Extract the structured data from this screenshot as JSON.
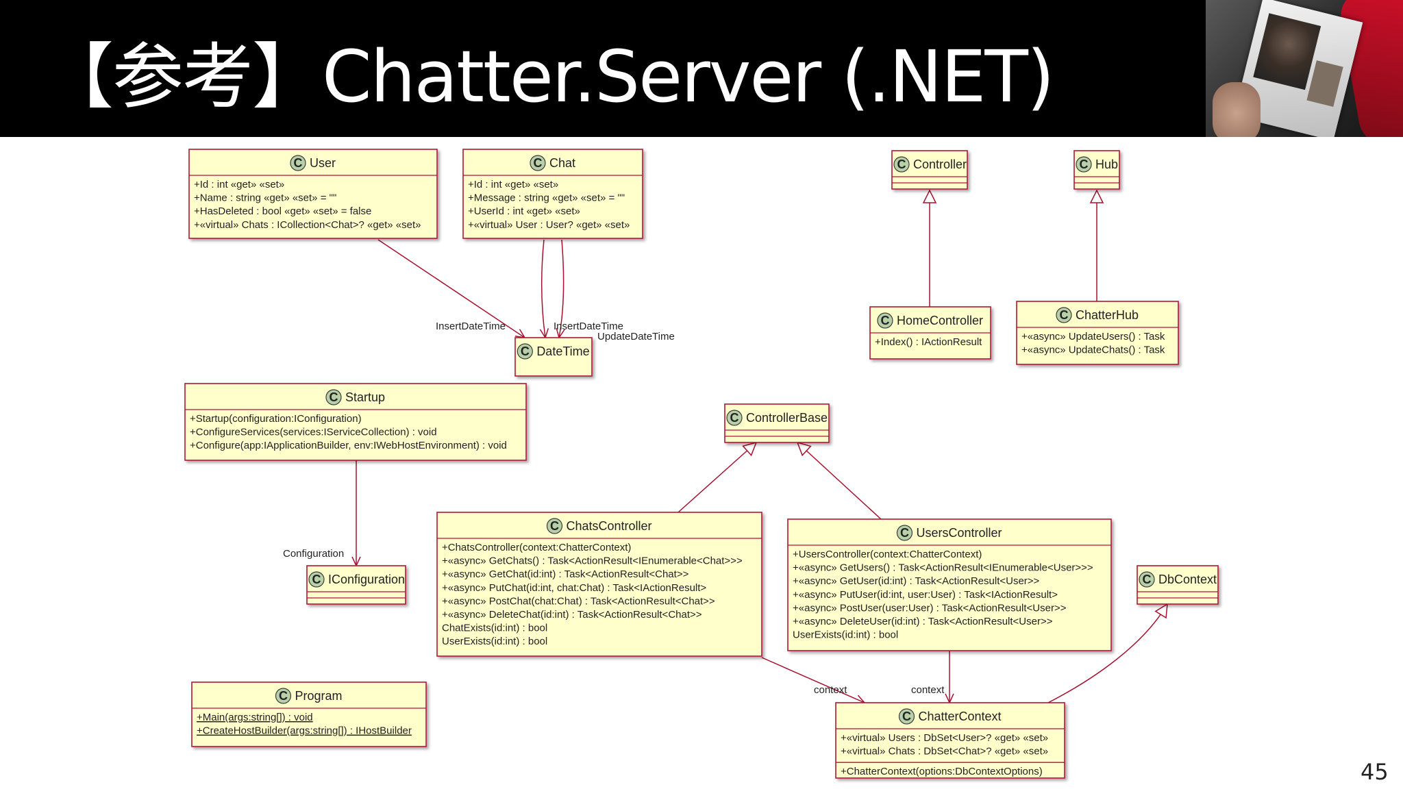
{
  "slide": {
    "title": "【参考】Chatter.Server (.NET)",
    "page_number": "45"
  },
  "icon_letter": "C",
  "colors": {
    "fill": "#ffffcc",
    "border": "#b0123a",
    "icon": "#b8d0a8",
    "line": "#a8102e"
  },
  "classes": [
    {
      "id": "user",
      "name": "User",
      "sections": [
        [
          "+Id : int «get» «set»",
          "+Name : string «get» «set» = \"\"",
          "+HasDeleted : bool «get» «set» = false",
          "+«virtual» Chats : ICollection<Chat>? «get» «set»"
        ]
      ]
    },
    {
      "id": "chat",
      "name": "Chat",
      "sections": [
        [
          "+Id : int «get» «set»",
          "+Message : string «get» «set» = \"\"",
          "+UserId : int «get» «set»",
          "+«virtual» User : User? «get» «set»"
        ]
      ]
    },
    {
      "id": "datetime",
      "name": "DateTime",
      "sections": []
    },
    {
      "id": "controller",
      "name": "Controller",
      "sections": [
        [],
        []
      ]
    },
    {
      "id": "hub",
      "name": "Hub",
      "sections": [
        [],
        []
      ]
    },
    {
      "id": "homecontroller",
      "name": "HomeController",
      "sections": [
        [
          "+Index() : IActionResult"
        ]
      ]
    },
    {
      "id": "chatterhub",
      "name": "ChatterHub",
      "sections": [
        [
          "+«async» UpdateUsers() : Task",
          "+«async» UpdateChats() : Task"
        ]
      ]
    },
    {
      "id": "startup",
      "name": "Startup",
      "sections": [
        [
          "+Startup(configuration:IConfiguration)",
          "+ConfigureServices(services:IServiceCollection) : void",
          "+Configure(app:IApplicationBuilder, env:IWebHostEnvironment) : void"
        ]
      ]
    },
    {
      "id": "controllerbase",
      "name": "ControllerBase",
      "sections": [
        [],
        []
      ]
    },
    {
      "id": "iconfiguration",
      "name": "IConfiguration",
      "sections": [
        [],
        []
      ]
    },
    {
      "id": "chatscontroller",
      "name": "ChatsController",
      "sections": [
        [
          "+ChatsController(context:ChatterContext)",
          "+«async» GetChats() : Task<ActionResult<IEnumerable<Chat>>>",
          "+«async» GetChat(id:int) : Task<ActionResult<Chat>>",
          "+«async» PutChat(id:int, chat:Chat) : Task<IActionResult>",
          "+«async» PostChat(chat:Chat) : Task<ActionResult<Chat>>",
          "+«async» DeleteChat(id:int) : Task<ActionResult<Chat>>",
          "ChatExists(id:int) : bool",
          "UserExists(id:int) : bool"
        ]
      ]
    },
    {
      "id": "userscontroller",
      "name": "UsersController",
      "sections": [
        [
          "+UsersController(context:ChatterContext)",
          "+«async» GetUsers() : Task<ActionResult<IEnumerable<User>>>",
          "+«async» GetUser(id:int) : Task<ActionResult<User>>",
          "+«async» PutUser(id:int, user:User) : Task<IActionResult>",
          "+«async» PostUser(user:User) : Task<ActionResult<User>>",
          "+«async» DeleteUser(id:int) : Task<ActionResult<User>>",
          "UserExists(id:int) : bool"
        ]
      ]
    },
    {
      "id": "dbcontext",
      "name": "DbContext",
      "sections": [
        [],
        []
      ]
    },
    {
      "id": "program",
      "name": "Program",
      "sections": [
        [
          "+Main(args:string[]) : void",
          "+CreateHostBuilder(args:string[]) : IHostBuilder"
        ]
      ],
      "underline": true
    },
    {
      "id": "chattercontext",
      "name": "ChatterContext",
      "sections": [
        [
          "+«virtual» Users : DbSet<User>? «get» «set»",
          "+«virtual» Chats : DbSet<Chat>? «get» «set»"
        ],
        [
          "+ChatterContext(options:DbContextOptions)"
        ]
      ]
    }
  ],
  "relations": [
    {
      "id": "user-datetime",
      "kind": "association",
      "label": "InsertDateTime"
    },
    {
      "id": "chat-datetime-insert",
      "kind": "association",
      "label": "InsertDateTime"
    },
    {
      "id": "chat-datetime-update",
      "kind": "association",
      "label": "UpdateDateTime"
    },
    {
      "id": "homecontroller-controller",
      "kind": "inheritance",
      "label": ""
    },
    {
      "id": "chatterhub-hub",
      "kind": "inheritance",
      "label": ""
    },
    {
      "id": "startup-iconfiguration",
      "kind": "association",
      "label": "Configuration"
    },
    {
      "id": "chatscontroller-controllerbase",
      "kind": "inheritance",
      "label": ""
    },
    {
      "id": "userscontroller-controllerbase",
      "kind": "inheritance",
      "label": ""
    },
    {
      "id": "chattercontext-dbcontext",
      "kind": "inheritance",
      "label": ""
    },
    {
      "id": "chatscontroller-chattercontext",
      "kind": "association",
      "label": "context"
    },
    {
      "id": "userscontroller-chattercontext",
      "kind": "association",
      "label": "context"
    }
  ]
}
